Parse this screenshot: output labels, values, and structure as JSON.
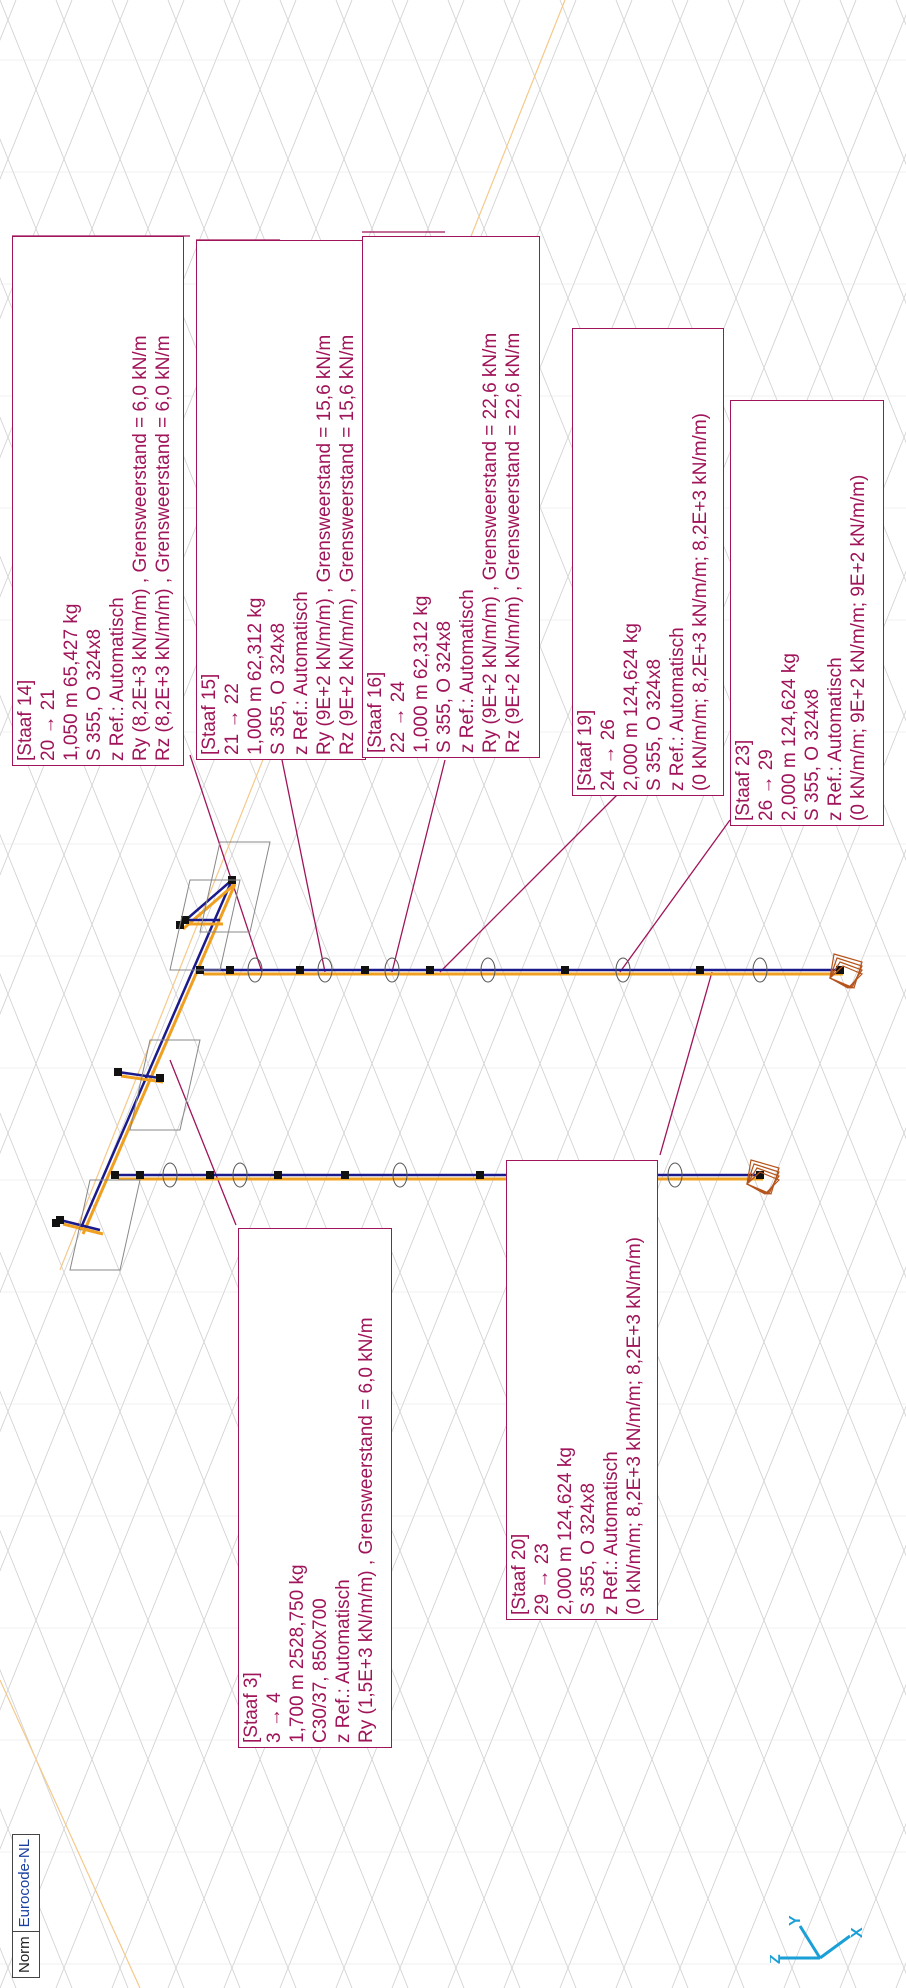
{
  "norm": {
    "label": "Norm",
    "value": "Eurocode-NL"
  },
  "colors": {
    "label": "#a0145a",
    "member": "#1a1a8c",
    "member_offset": "#f0a020",
    "support": "#b5541c",
    "grid": "#cfcfcf",
    "highlight_line": "#f5c98a"
  },
  "axes": {
    "x": "X",
    "y": "Y",
    "z": "Z"
  },
  "labels": [
    {
      "id": "staaf-14",
      "lines": [
        "[Staaf 14]",
        "20 → 21",
        "1,050 m  65,427 kg",
        "S 355, O 324x8",
        "z Ref.: Automatisch",
        "Ry (8,2E+3 kN/m/m) , Grensweerstand = 6,0 kN/m",
        "Rz (8,2E+3 kN/m/m) , Grensweerstand = 6,0 kN/m"
      ]
    },
    {
      "id": "staaf-15",
      "lines": [
        "[Staaf 15]",
        "21 → 22",
        "1,000 m  62,312 kg",
        "S 355, O 324x8",
        "z Ref.: Automatisch",
        "Ry (9E+2 kN/m/m) , Grensweerstand = 15,6 kN/m",
        "Rz (9E+2 kN/m/m) , Grensweerstand = 15,6 kN/m"
      ]
    },
    {
      "id": "staaf-16",
      "lines": [
        "[Staaf 16]",
        "22 → 24",
        "1,000 m  62,312 kg",
        "S 355, O 324x8",
        "z Ref.: Automatisch",
        "Ry (9E+2 kN/m/m) , Grensweerstand = 22,6 kN/m",
        "Rz (9E+2 kN/m/m) , Grensweerstand = 22,6 kN/m"
      ]
    },
    {
      "id": "staaf-19",
      "lines": [
        "[Staaf 19]",
        "24 → 26",
        "2,000 m  124,624 kg",
        "S 355, O 324x8",
        "z Ref.: Automatisch",
        "(0 kN/m/m; 8,2E+3 kN/m/m; 8,2E+3 kN/m/m)"
      ]
    },
    {
      "id": "staaf-23",
      "lines": [
        "[Staaf 23]",
        "26 → 29",
        "2,000 m  124,624 kg",
        "S 355, O 324x8",
        "z Ref.: Automatisch",
        "(0 kN/m/m; 9E+2 kN/m/m; 9E+2 kN/m/m)"
      ]
    },
    {
      "id": "staaf-3",
      "lines": [
        "[Staaf 3]",
        "3 → 4",
        "1,700 m  2528,750 kg",
        "C30/37, 850x700",
        "z Ref.: Automatisch",
        "Ry (1,5E+3 kN/m/m) , Grensweerstand = 6,0 kN/m"
      ]
    },
    {
      "id": "staaf-20",
      "lines": [
        "[Staaf 20]",
        "29 → 23",
        "2,000 m  124,624 kg",
        "S 355, O 324x8",
        "z Ref.: Automatisch",
        "(0 kN/m/m; 8,2E+3 kN/m/m; 8,2E+3 kN/m/m)"
      ]
    }
  ]
}
